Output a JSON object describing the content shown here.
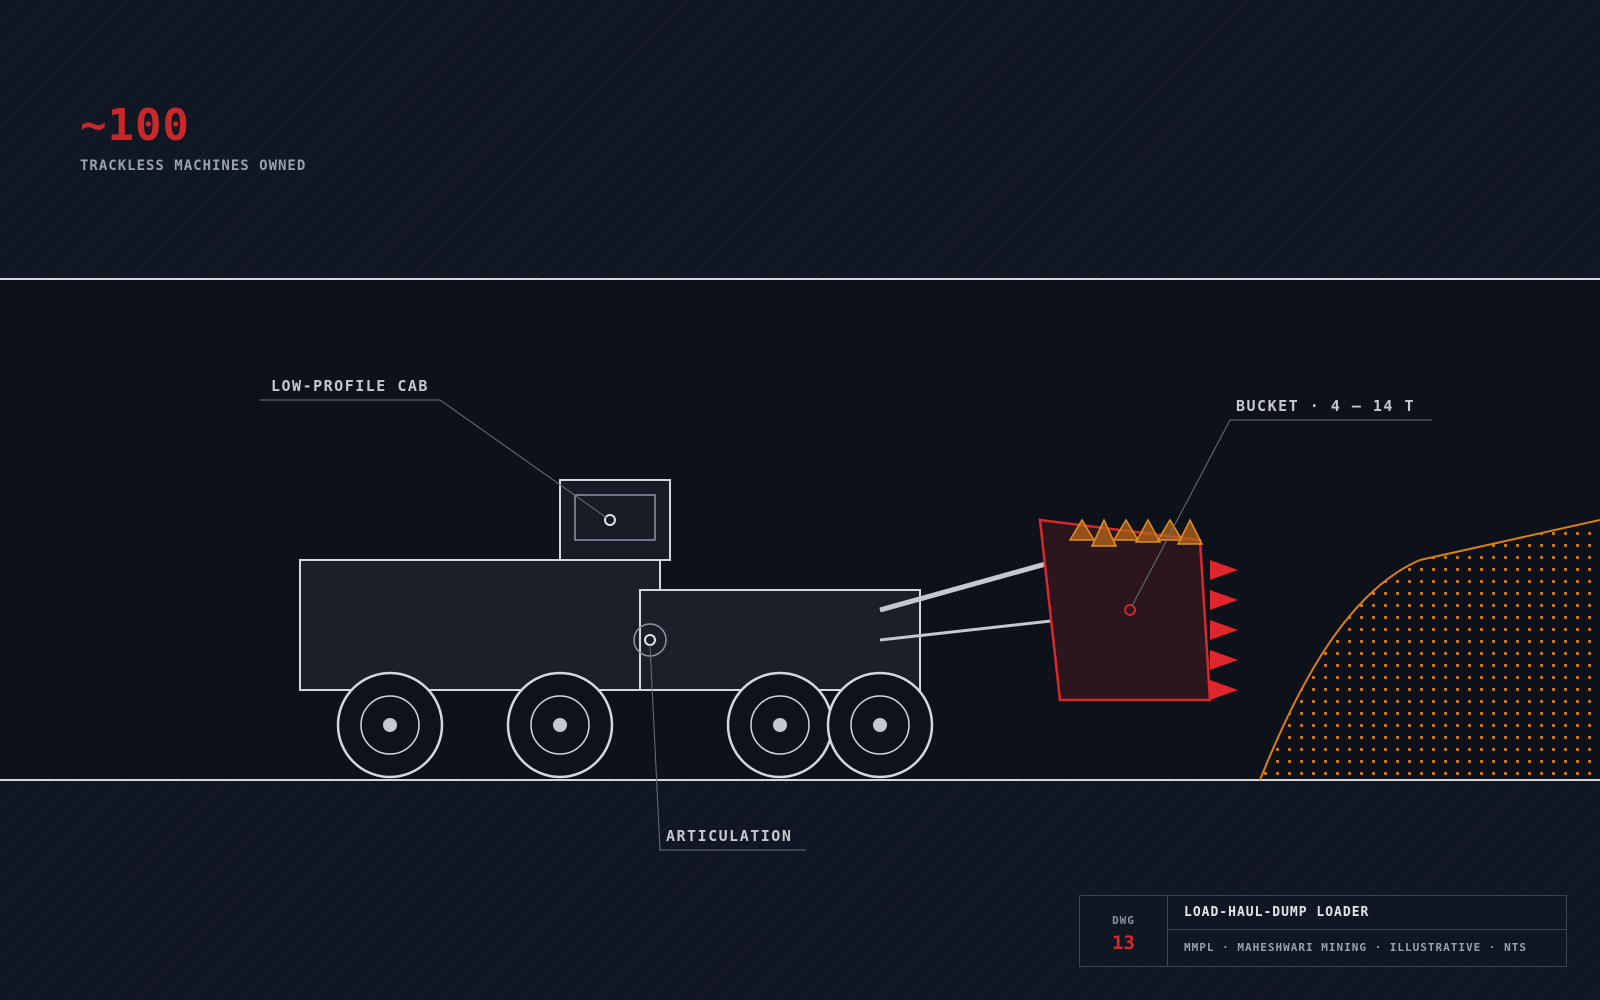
{
  "stat": {
    "value": "~100",
    "label": "TRACKLESS MACHINES OWNED"
  },
  "callouts": {
    "cab": "LOW-PROFILE CAB",
    "bucket": "BUCKET · 4 – 14 T",
    "articulation": "ARTICULATION"
  },
  "title_block": {
    "dwg_label": "DWG",
    "dwg_number": "13",
    "title": "LOAD-HAUL-DUMP LOADER",
    "subtitle": "MMPL · MAHESHWARI MINING · ILLUSTRATIVE · NTS"
  },
  "colors": {
    "background": "#0e131b",
    "accent_red": "#d8282c",
    "ore_orange": "#d9801c",
    "line_white": "#d4d7de"
  }
}
